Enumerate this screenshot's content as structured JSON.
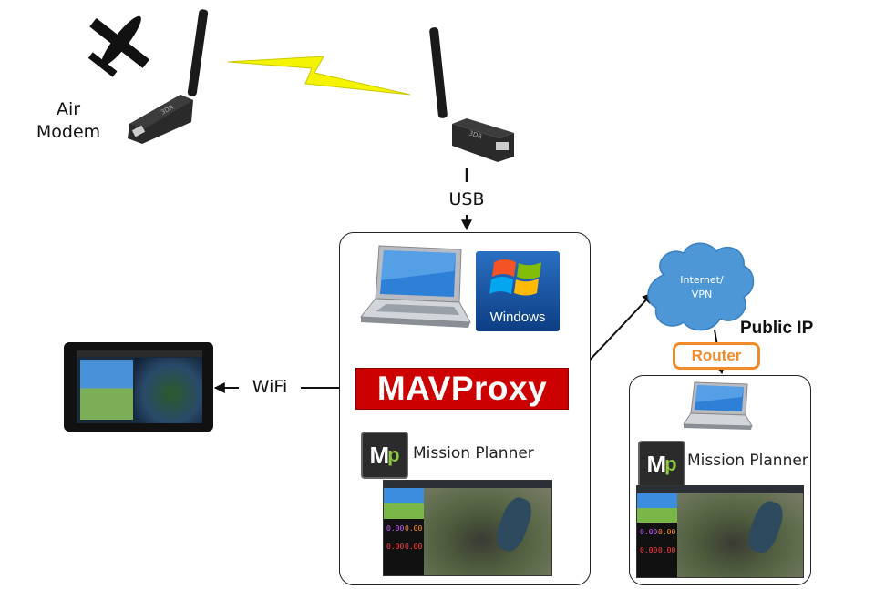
{
  "labels": {
    "air_modem": "Air\nModem",
    "usb": "USB",
    "wifi": "WiFi",
    "public_ip": "Public IP",
    "router": "Router",
    "cloud": "Internet/\nVPN",
    "mavproxy": "MAVProxy",
    "windows": "Windows",
    "mission_planner": "Mission Planner"
  },
  "hud_values": [
    "0.00",
    "0.00",
    "0.00",
    "0.00",
    "0.00",
    "0.00",
    "0.00",
    "0.00"
  ],
  "colors": {
    "mavproxy_red": "#cc0000",
    "router_orange": "#f08a2a",
    "cloud_blue": "#4d97d6",
    "lightning_yellow": "#f4f400"
  }
}
